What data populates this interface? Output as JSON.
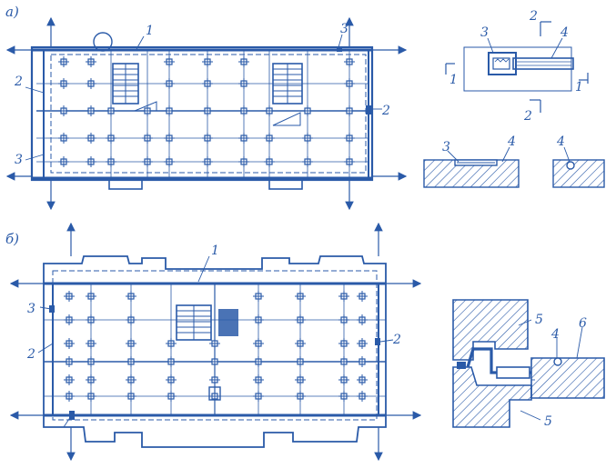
{
  "figure": {
    "ink_color": "#2a5aa8",
    "background": "#ffffff"
  },
  "panel_a": {
    "label": "а)",
    "plan_callouts": [
      "1",
      "2",
      "2",
      "3",
      "3"
    ],
    "detail_callouts": [
      "3",
      "4",
      "1",
      "1",
      "2",
      "2"
    ],
    "section_callouts": [
      "3",
      "4",
      "4"
    ]
  },
  "panel_b": {
    "label": "б)",
    "plan_callouts": [
      "1",
      "2",
      "2",
      "3"
    ],
    "detail_callouts": [
      "5",
      "5",
      "4",
      "6"
    ]
  }
}
